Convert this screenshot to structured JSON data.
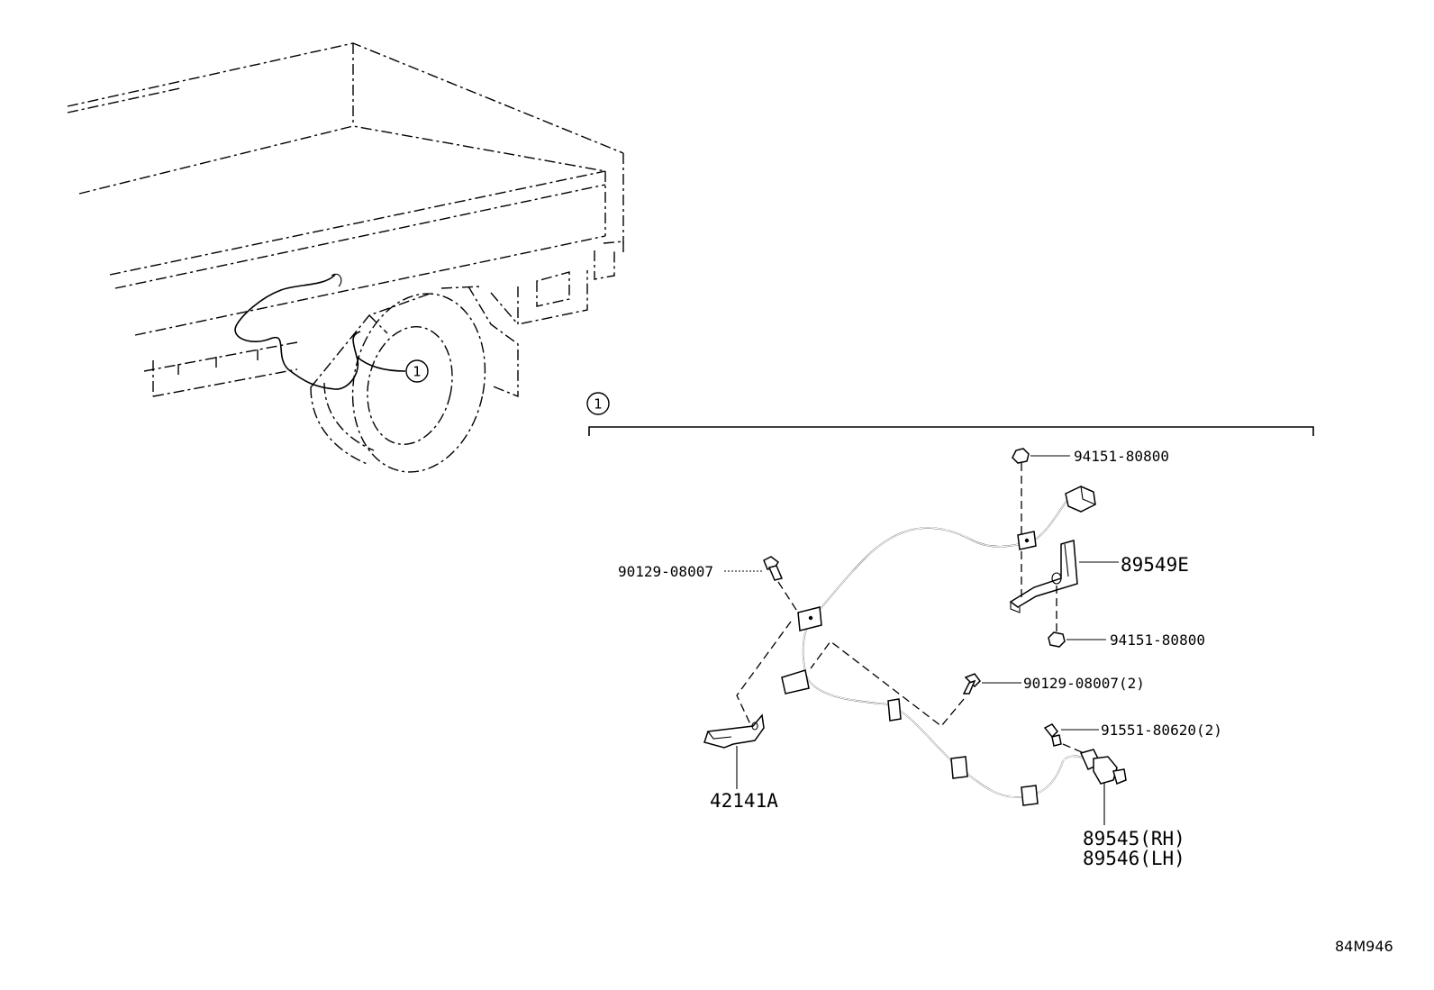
{
  "callout": {
    "number": "1"
  },
  "parts": {
    "nut_top": "94151-80800",
    "bracket_89549": "89549E",
    "nut_lower": "94151-80800",
    "bolt_left": "90129-08007",
    "bolt_mid": "90129-08007(2)",
    "bolt_sensor": "91551-80620(2)",
    "clamp_42141": "42141A",
    "sensor_rh": "89545(RH)",
    "sensor_lh": "89546(LH)"
  },
  "diagram_code": "84M946"
}
